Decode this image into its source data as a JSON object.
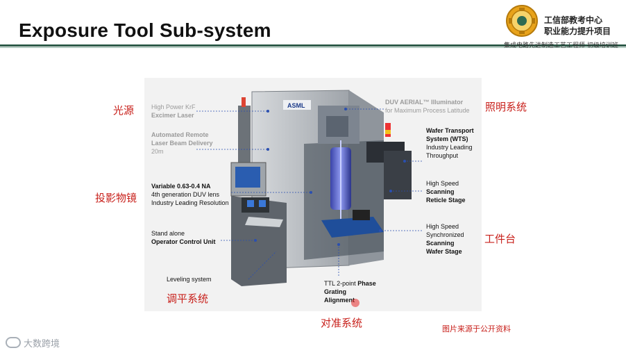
{
  "slide": {
    "title": "Exposure Tool Sub-system",
    "org_line1": "工信部教考中心",
    "org_line2": "职业能力提升项目",
    "org_line3": "集成电路先进制造工艺工程师 初级培训班",
    "source_note": "图片来源于公开资料",
    "watermark": "大数跨境"
  },
  "figure": {
    "brand": "ASML",
    "labels": {
      "laser_line1": "High Power KrF",
      "laser_line2": "Excimer Laser",
      "delivery_line1": "Automated Remote",
      "delivery_line2": "Laser Beam Delivery",
      "delivery_line3": "20m",
      "lens_line1": "Variable 0.63-0.4 NA",
      "lens_line2": "4th generation DUV lens",
      "lens_line3": "Industry Leading Resolution",
      "ocu_line1": "Stand alone",
      "ocu_line2": "Operator Control Unit",
      "leveling": "Leveling system",
      "illum_line1": "DUV AERIAL™ Illuminator",
      "illum_line2": "for Maximum Process Latitude",
      "wts_line1": "Wafer Transport",
      "wts_line2": "System (WTS)",
      "wts_line3": "Industry Leading",
      "wts_line4": "Throughput",
      "reticle_line1": "High Speed",
      "reticle_line2": "Scanning",
      "reticle_line3": "Reticle Stage",
      "wafer_line1": "High Speed",
      "wafer_line2": "Synchronized",
      "wafer_line3": "Scanning",
      "wafer_line4": "Wafer Stage",
      "align_line1": "TTL 2-point",
      "align_line1b": "Phase",
      "align_line2": "Grating",
      "align_line3": "Alignment"
    }
  },
  "annotations_cn": {
    "light_source": "光源",
    "projection_lens": "投影物镜",
    "leveling": "调平系统",
    "illumination": "照明系统",
    "workpiece_stage": "工件台",
    "alignment": "对准系统"
  },
  "colors": {
    "accent_red": "#c8201b",
    "rule_green": "#2f5b4a",
    "leader_blue": "#2a4fb0"
  }
}
